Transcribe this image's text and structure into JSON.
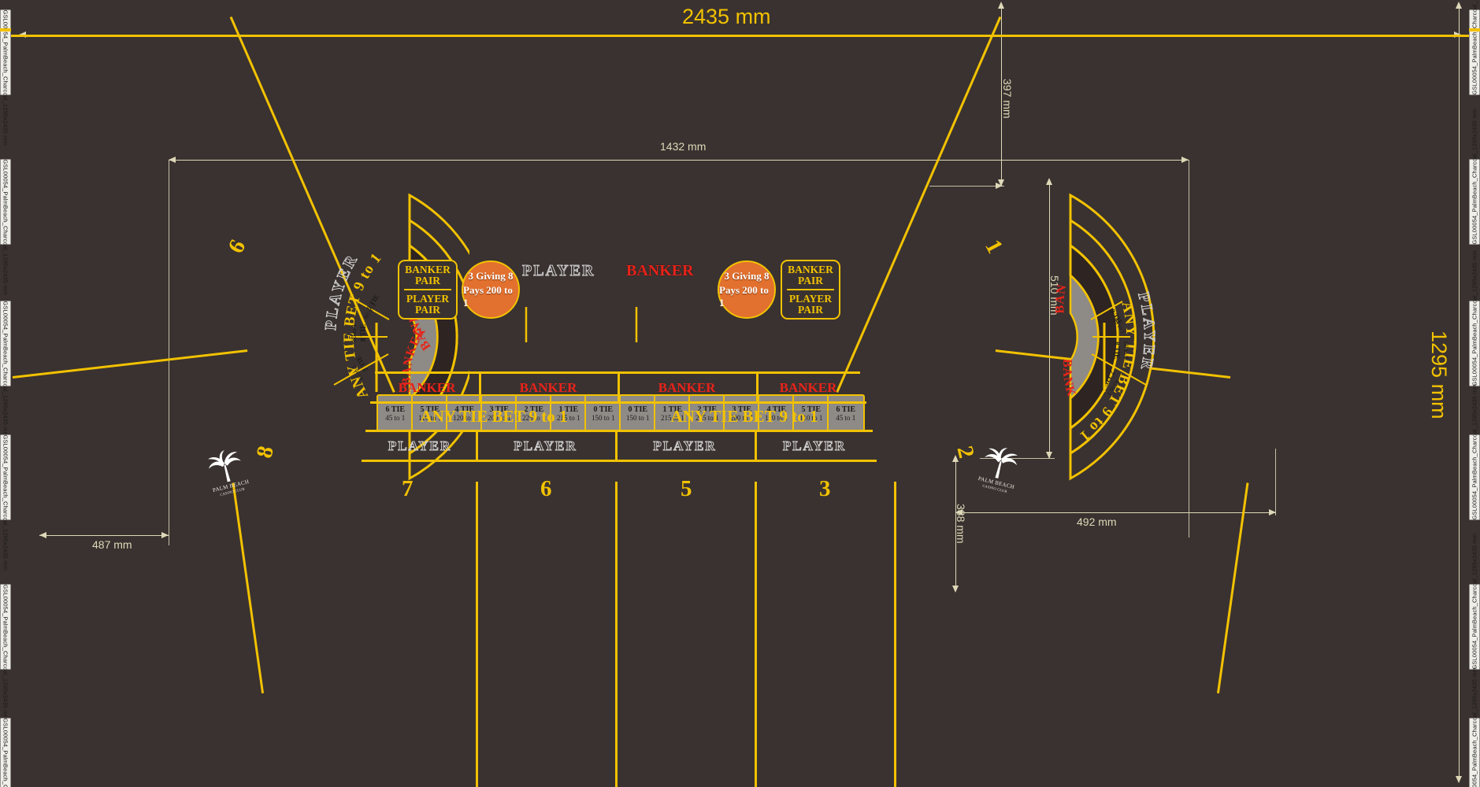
{
  "meta": {
    "edge_label": "GSL00054_PalmBeach_Charcoal_1295x2435 mm",
    "bg_color": "#3a3230",
    "line_color": "#f2c200",
    "banker_color": "#e8231a",
    "tie_cell_color": "#8e8a86",
    "circle_color": "#e2702e",
    "dim_color": "#ded8b8"
  },
  "dimensions": {
    "overall_width": "2435 mm",
    "overall_height": "1295 mm",
    "inner_width": "1432 mm",
    "top_offset": "397 mm",
    "right_height": "510 mm",
    "bottom_offset": "388 mm",
    "left_offset": "487 mm",
    "right_offset": "492 mm"
  },
  "layout": {
    "pair_box": {
      "top": "BANKER",
      "top2": "PAIR",
      "bottom": "PLAYER",
      "bottom2": "PAIR"
    },
    "payout_circle": {
      "line1": "3 Giving 8",
      "line2": "Pays 200 to 1"
    },
    "center_labels": {
      "player": "PLAYER",
      "banker": "BANKER"
    },
    "any_tie_label": "ANY TIE BET 9 to 1",
    "banker_label": "BANKER",
    "player_label": "PLAYER",
    "banker_cells": [
      "BANKER",
      "BANKER",
      "BANKER",
      "BANKER"
    ],
    "player_cells": [
      "PLAYER",
      "PLAYER",
      "PLAYER",
      "PLAYER"
    ],
    "any_tie_cells": [
      "ANY TIE BET 9 to 1",
      "ANY TIE BET 9 to 1"
    ],
    "seat_numbers_bottom": [
      "7",
      "6",
      "5",
      "3"
    ],
    "seat_numbers_left": [
      "6",
      "8"
    ],
    "seat_numbers_right": [
      "1",
      "2"
    ],
    "logo": {
      "name": "PALM BEACH",
      "sub": "CASINO CLUB"
    }
  },
  "tie_strip": {
    "cells": [
      {
        "name": "6 TIE",
        "pays": "45 to 1"
      },
      {
        "name": "5 TIE",
        "pays": "110 to 1"
      },
      {
        "name": "4 TIE",
        "pays": "120 to 1"
      },
      {
        "name": "3 TIE",
        "pays": "200 to 1"
      },
      {
        "name": "2 TIE",
        "pays": "225 to 1"
      },
      {
        "name": "1 TIE",
        "pays": "215 to 1"
      },
      {
        "name": "0 TIE",
        "pays": "150 to 1"
      },
      {
        "name": "0 TIE",
        "pays": "150 to 1"
      },
      {
        "name": "1 TIE",
        "pays": "215 to 1"
      },
      {
        "name": "2 TIE",
        "pays": "225 to 1"
      },
      {
        "name": "3 TIE",
        "pays": "200 to 1"
      },
      {
        "name": "4 TIE",
        "pays": "120 to 1"
      },
      {
        "name": "5 TIE",
        "pays": "110 to 1"
      },
      {
        "name": "6 TIE",
        "pays": "45 to 1"
      }
    ]
  },
  "fan_left": {
    "segments": [
      {
        "name": "9 TIE",
        "pays": "80 to 1"
      },
      {
        "name": "8 TIE",
        "pays": "80 to 1"
      },
      {
        "name": "7 TIE",
        "pays": "45 to 1"
      }
    ],
    "arc_banker": "BANKER",
    "arc_any_tie": "ANY TIE BET 9 to 1",
    "arc_player": "PLAYER"
  },
  "fan_right": {
    "segments": [
      {
        "name": "9 TIE",
        "pays": "80 to 1"
      },
      {
        "name": "8 TIE",
        "pays": "80 to 1"
      },
      {
        "name": "7 TIE",
        "pays": "45 to 1"
      }
    ],
    "arc_banker": "BANKER",
    "arc_any_tie": "ANY TIE BET 9 to 1",
    "arc_player": "PLAYER"
  }
}
